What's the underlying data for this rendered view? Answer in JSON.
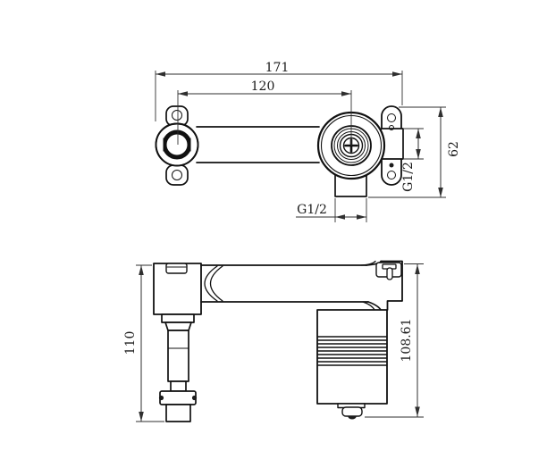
{
  "drawing": {
    "type": "engineering-dimension-drawing",
    "colors": {
      "background": "#ffffff",
      "outline": "#111111",
      "dimension_lines": "#2f2f2f",
      "text": "#1c1c1c"
    },
    "dims": {
      "d171": "171",
      "d120": "120",
      "d62": "62",
      "g12_side": "G1/2",
      "g12_bottom": "G1/2",
      "d110": "110",
      "d108": "108.61"
    }
  }
}
